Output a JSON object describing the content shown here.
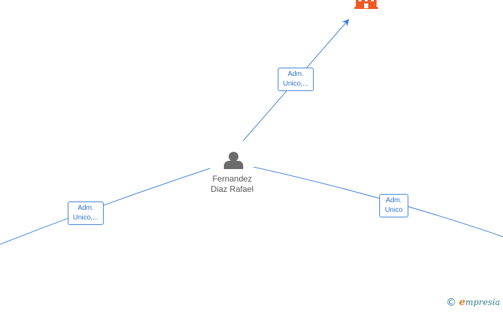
{
  "colors": {
    "edge": "#3d7fd6",
    "edge_label_text": "#2f6fc7",
    "person_icon": "#6b6b6b",
    "company_icon": "#ef5a24",
    "watermark": "#2a7f8f",
    "watermark_accent": "#e07a1f"
  },
  "nodes": {
    "person": {
      "icon": "person-icon",
      "name_line1": "Fernandez",
      "name_line2": "Diaz Rafael"
    },
    "company_top": {
      "icon": "building-icon"
    }
  },
  "edges": [
    {
      "id": "edge-to-top-company",
      "role_line1": "Adm.",
      "role_line2": "Unico,..."
    },
    {
      "id": "edge-to-left",
      "role_line1": "Adm.",
      "role_line2": "Unico,..."
    },
    {
      "id": "edge-to-right",
      "role_line1": "Adm.",
      "role_line2": "Unico"
    }
  ],
  "watermark": {
    "copyright_symbol": "©",
    "brand_initial": "e",
    "brand_rest": "mpresia"
  }
}
